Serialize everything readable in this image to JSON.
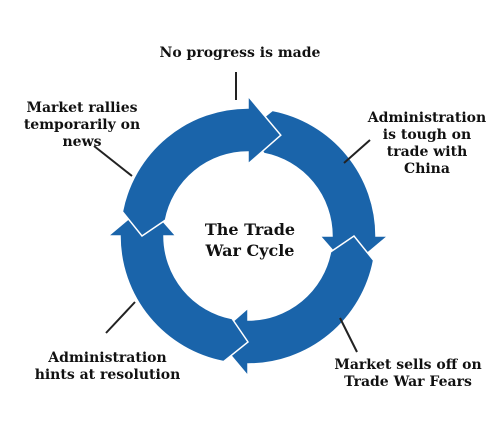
{
  "diagram": {
    "title": "The Trade\nWar Cycle",
    "ring_color": "#1a64aa",
    "connector_color": "#222222",
    "steps": [
      {
        "label": "No progress is made"
      },
      {
        "label": "Administration\nis tough on\ntrade with\nChina"
      },
      {
        "label": "Market sells off on\nTrade War Fears"
      },
      {
        "label": "Administration\nhints at resolution"
      },
      {
        "label": "Market  rallies\ntemporarily on\nnews"
      }
    ]
  }
}
